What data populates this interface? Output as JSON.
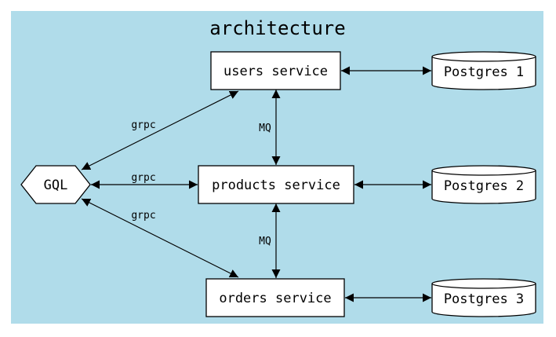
{
  "diagram": {
    "title": "architecture",
    "background_color": "#b0dcea",
    "nodes": {
      "gql": {
        "label": "GQL",
        "shape": "hexagon"
      },
      "users_service": {
        "label": "users service",
        "shape": "box"
      },
      "products_service": {
        "label": "products service",
        "shape": "box"
      },
      "orders_service": {
        "label": "orders service",
        "shape": "box"
      },
      "postgres_1": {
        "label": "Postgres 1",
        "shape": "cylinder"
      },
      "postgres_2": {
        "label": "Postgres 2",
        "shape": "cylinder"
      },
      "postgres_3": {
        "label": "Postgres 3",
        "shape": "cylinder"
      }
    },
    "edges": [
      {
        "from": "gql",
        "to": "users_service",
        "label": "grpc",
        "direction": "both"
      },
      {
        "from": "gql",
        "to": "products_service",
        "label": "grpc",
        "direction": "both"
      },
      {
        "from": "gql",
        "to": "orders_service",
        "label": "grpc",
        "direction": "both"
      },
      {
        "from": "users_service",
        "to": "products_service",
        "label": "MQ",
        "direction": "both"
      },
      {
        "from": "products_service",
        "to": "orders_service",
        "label": "MQ",
        "direction": "both"
      },
      {
        "from": "users_service",
        "to": "postgres_1",
        "label": "",
        "direction": "both"
      },
      {
        "from": "products_service",
        "to": "postgres_2",
        "label": "",
        "direction": "both"
      },
      {
        "from": "orders_service",
        "to": "postgres_3",
        "label": "",
        "direction": "both"
      }
    ]
  }
}
